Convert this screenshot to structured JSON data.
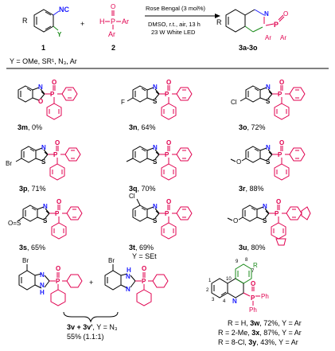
{
  "scheme": {
    "reagent1_r": "R",
    "reagent1_nc": "NC",
    "reagent1_y": "Y",
    "reagent1_num": "1",
    "plus": "+",
    "reagent2_h": "H",
    "reagent2_p": "P",
    "reagent2_o": "O",
    "reagent2_ar1": "Ar",
    "reagent2_ar2": "Ar",
    "reagent2_num": "2",
    "cond_top": "Rose Bengal (3 mol%)",
    "cond_mid": "DMSO, r.t., air, 13 h",
    "cond_bot": "23 W White LED",
    "product_num": "3a-3o",
    "product_r": "R",
    "product_ar1": "Ar",
    "product_ar2": "Ar",
    "y_def": "Y = OMe, SR¹, N₃, Ar"
  },
  "colors": {
    "black": "#000000",
    "blue": "#1a1aff",
    "magenta": "#e0004f",
    "green": "#1a8a1a"
  },
  "products": [
    {
      "id": "3m",
      "yield": ", 0%",
      "sub": ""
    },
    {
      "id": "3n",
      "yield": ", 64%",
      "sub": "F"
    },
    {
      "id": "3o",
      "yield": ", 72%",
      "sub": "Cl"
    },
    {
      "id": "3p",
      "yield": ", 71%",
      "sub": "Br"
    },
    {
      "id": "3q",
      "yield": ", 70%",
      "sub": ""
    },
    {
      "id": "3r",
      "yield": ", 88%",
      "sub": "O"
    },
    {
      "id": "3s",
      "yield": ", 65%",
      "sub": "O=S"
    },
    {
      "id": "3t",
      "yield": ", 69%",
      "sub": "Cl",
      "note": "Y = SEt"
    },
    {
      "id": "3u",
      "yield": ", 80%",
      "sub": "O"
    }
  ],
  "bottom": {
    "br1": "Br",
    "br2": "Br",
    "plus": "+",
    "combo": "3v + 3v'",
    "combo_note": ", Y = N₃",
    "combo_yield": "55% (1.1:1)",
    "quin_r": "R",
    "quin_p": "P",
    "quin_ph1": "Ph",
    "quin_ph2": "Ph",
    "quin_n": "N",
    "quin_o": "O",
    "nums": [
      "9",
      "8",
      "7",
      "10",
      "1",
      "2",
      "3",
      "4"
    ],
    "rows": [
      {
        "r": "R = H, ",
        "id": "3w",
        "rest": ", 72%, Y = Ar"
      },
      {
        "r": "R = 2-Me, ",
        "id": "3x",
        "rest": ", 87%, Y = Ar"
      },
      {
        "r": "R = 8-Cl, ",
        "id": "3y",
        "rest": ", 43%, Y = Ar"
      }
    ]
  }
}
